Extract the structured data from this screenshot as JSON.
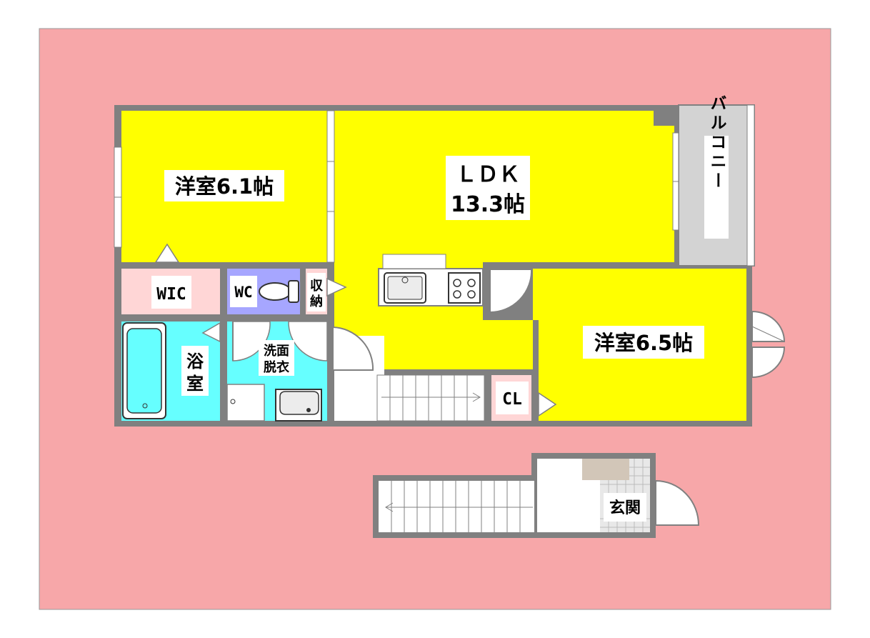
{
  "colors": {
    "site": "#f7a7a9",
    "wall": "#808080",
    "room_yellow": "#ffff00",
    "balcony": "#d3d3d3",
    "wic": "#ffd6d6",
    "wc": "#a6a6ff",
    "bath": "#66ffff",
    "storage": "#ffd6d6",
    "entrance_tile": "#e8e8e8",
    "shoebox": "#d2c6b8"
  },
  "rooms": {
    "western_room_1": {
      "name": "洋室6.1帖"
    },
    "ldk": {
      "name": "ＬＤＫ",
      "size": "13.3帖"
    },
    "western_room_2": {
      "name": "洋室6.5帖"
    },
    "balcony": {
      "name": "バルコニー"
    },
    "wic": {
      "name": "WIC"
    },
    "wc": {
      "name": "WC"
    },
    "storage": {
      "line1": "収",
      "line2": "納"
    },
    "bath": {
      "line1": "浴",
      "line2": "室"
    },
    "washroom": {
      "line1": "洗面",
      "line2": "脱衣"
    },
    "closet": {
      "name": "CL"
    },
    "entrance": {
      "name": "玄関"
    }
  }
}
